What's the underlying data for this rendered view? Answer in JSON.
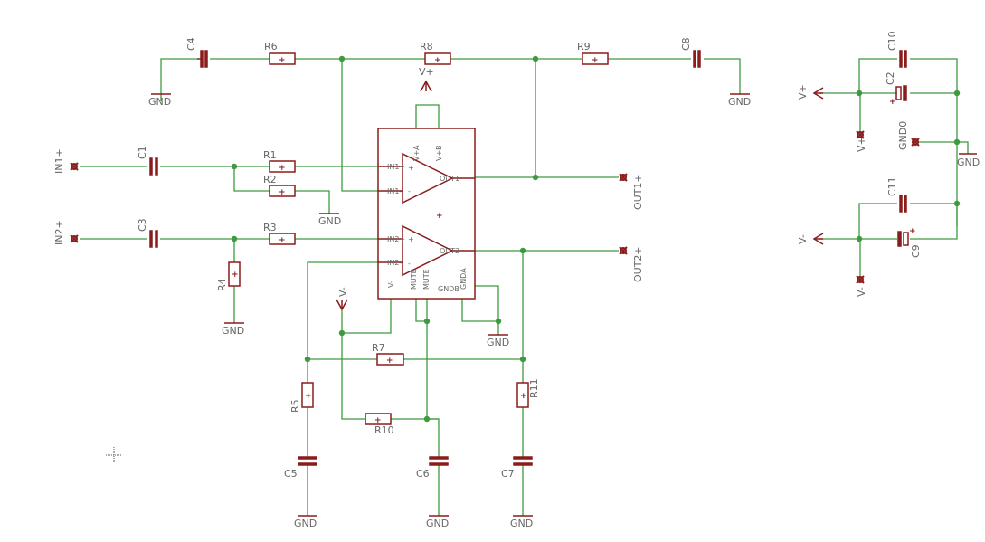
{
  "labels": {
    "C1": "C1",
    "C2": "C2",
    "C3": "C3",
    "C4": "C4",
    "C5": "C5",
    "C6": "C6",
    "C7": "C7",
    "C8": "C8",
    "C9": "C9",
    "C10": "C10",
    "C11": "C11",
    "R1": "R1",
    "R2": "R2",
    "R3": "R3",
    "R4": "R4",
    "R5": "R5",
    "R6": "R6",
    "R7": "R7",
    "R8": "R8",
    "R9": "R9",
    "R10": "R10",
    "R11": "R11",
    "GND": "GND",
    "GND0": "GND0",
    "Vplus": "V+",
    "Vminus": "V-",
    "IN1": "IN1+",
    "IN2": "IN2+",
    "OUT1": "OUT1+",
    "OUT2": "OUT2+"
  },
  "ic_pins": {
    "in1p": "IN1+",
    "in1m": "IN1-",
    "in2p": "IN2+",
    "in2m": "IN2-",
    "out1": "OUT1",
    "out2": "OUT2",
    "vpa": "V+A",
    "vpb": "V+B",
    "vm": "V-",
    "mute1": "MUTE",
    "mute2": "MUTE",
    "gnda": "GNDA",
    "gndb": "GNDB"
  },
  "symbols": {
    "plus": "+",
    "minus": "-"
  }
}
